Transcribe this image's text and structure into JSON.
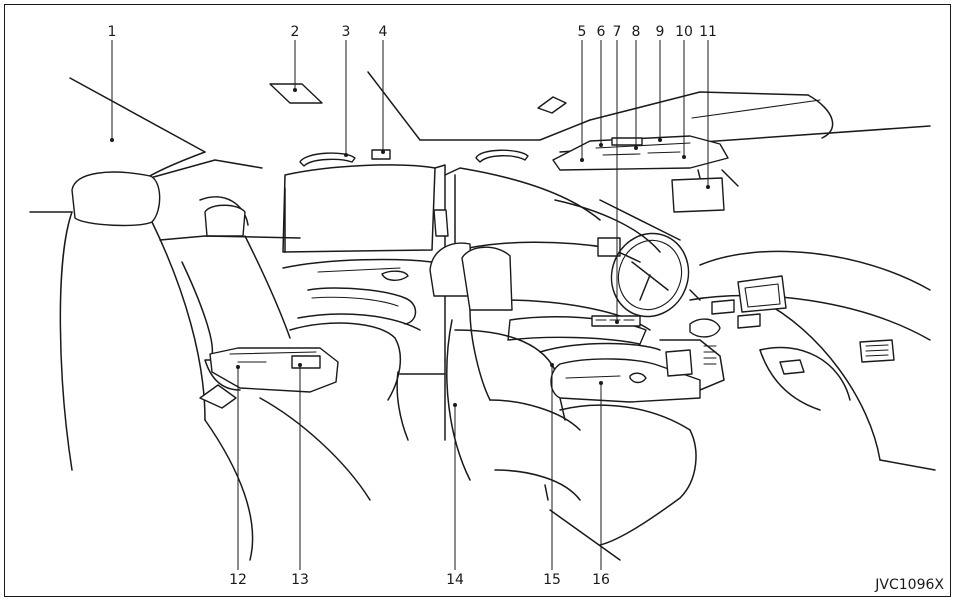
{
  "diagram": {
    "figure_code": "JVC1096X",
    "callouts": [
      {
        "id": "1",
        "label": "1"
      },
      {
        "id": "2",
        "label": "2"
      },
      {
        "id": "3",
        "label": "3"
      },
      {
        "id": "4",
        "label": "4"
      },
      {
        "id": "5",
        "label": "5"
      },
      {
        "id": "6",
        "label": "6"
      },
      {
        "id": "7",
        "label": "7"
      },
      {
        "id": "8",
        "label": "8"
      },
      {
        "id": "9",
        "label": "9"
      },
      {
        "id": "10",
        "label": "10"
      },
      {
        "id": "11",
        "label": "11"
      },
      {
        "id": "12",
        "label": "12"
      },
      {
        "id": "13",
        "label": "13"
      },
      {
        "id": "14",
        "label": "14"
      },
      {
        "id": "15",
        "label": "15"
      },
      {
        "id": "16",
        "label": "16"
      }
    ]
  }
}
